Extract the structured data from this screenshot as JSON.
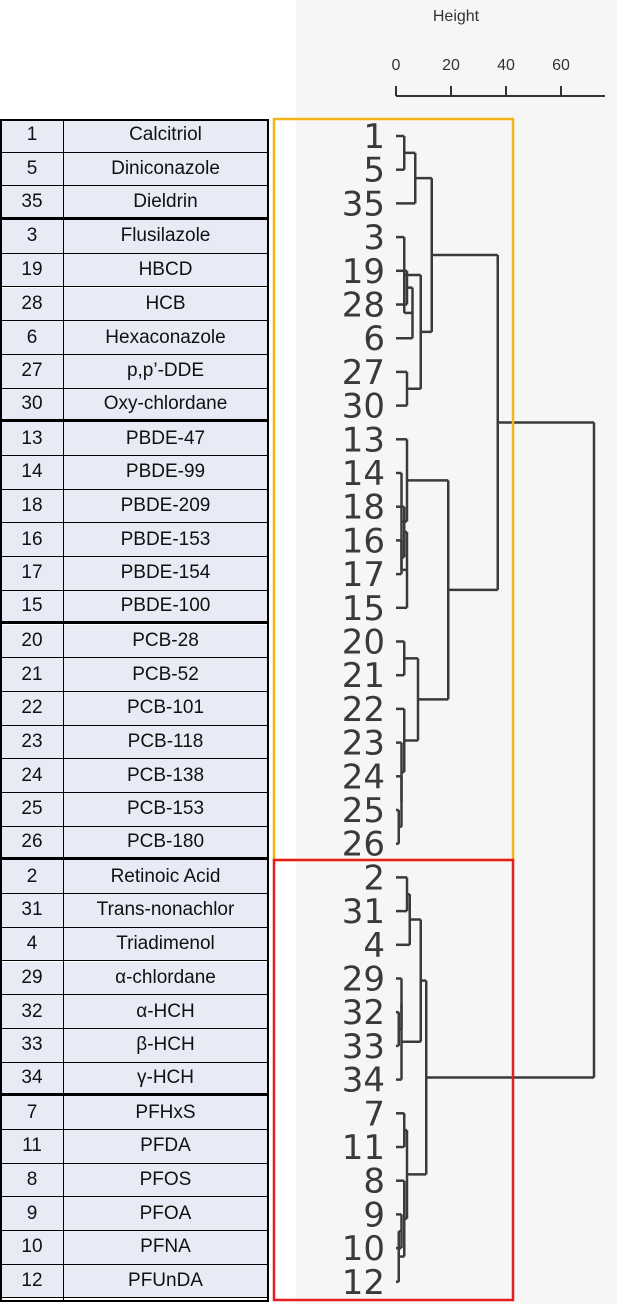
{
  "table": {
    "groups": [
      [
        [
          "1",
          "Calcitriol"
        ],
        [
          "5",
          "Diniconazole"
        ],
        [
          "35",
          "Dieldrin"
        ]
      ],
      [
        [
          "3",
          "Flusilazole"
        ],
        [
          "19",
          "HBCD"
        ],
        [
          "28",
          "HCB"
        ],
        [
          "6",
          "Hexaconazole"
        ],
        [
          "27",
          "p,p’-DDE"
        ],
        [
          "30",
          "Oxy-chlordane"
        ]
      ],
      [
        [
          "13",
          "PBDE-47"
        ],
        [
          "14",
          "PBDE-99"
        ],
        [
          "18",
          "PBDE-209"
        ],
        [
          "16",
          "PBDE-153"
        ],
        [
          "17",
          "PBDE-154"
        ],
        [
          "15",
          "PBDE-100"
        ]
      ],
      [
        [
          "20",
          "PCB-28"
        ],
        [
          "21",
          "PCB-52"
        ],
        [
          "22",
          "PCB-101"
        ],
        [
          "23",
          "PCB-118"
        ],
        [
          "24",
          "PCB-138"
        ],
        [
          "25",
          "PCB-153"
        ],
        [
          "26",
          "PCB-180"
        ]
      ],
      [
        [
          "2",
          "Retinoic Acid"
        ],
        [
          "31",
          "Trans-nonachlor"
        ],
        [
          "4",
          "Triadimenol"
        ],
        [
          "29",
          "α-chlordane"
        ],
        [
          "32",
          "α-HCH"
        ],
        [
          "33",
          "β-HCH"
        ],
        [
          "34",
          "γ-HCH"
        ]
      ],
      [
        [
          "7",
          "PFHxS"
        ],
        [
          "11",
          "PFDA"
        ],
        [
          "8",
          "PFOS"
        ],
        [
          "9",
          "PFOA"
        ],
        [
          "10",
          "PFNA"
        ],
        [
          "12",
          "PFUnDA"
        ]
      ]
    ]
  },
  "axis": {
    "title": "Height",
    "ticks": [
      "0",
      "20",
      "40",
      "60"
    ],
    "tick_values": [
      0,
      20,
      40,
      60
    ]
  },
  "dendrogram": {
    "leaf_order": [
      "1",
      "5",
      "35",
      "3",
      "19",
      "28",
      "6",
      "27",
      "30",
      "13",
      "14",
      "18",
      "16",
      "17",
      "15",
      "20",
      "21",
      "22",
      "23",
      "24",
      "25",
      "26",
      "2",
      "31",
      "4",
      "29",
      "32",
      "33",
      "34",
      "7",
      "11",
      "8",
      "9",
      "10",
      "12"
    ],
    "merges": [
      [
        [
          "1",
          "5"
        ],
        3
      ],
      [
        [
          0,
          "35"
        ],
        7
      ],
      [
        [
          "19",
          "28"
        ],
        4
      ],
      [
        [
          2,
          "6"
        ],
        6
      ],
      [
        [
          "3",
          3
        ],
        3
      ],
      [
        [
          "27",
          "30"
        ],
        4
      ],
      [
        [
          4,
          5
        ],
        9
      ],
      [
        [
          1,
          6
        ],
        13
      ],
      [
        [
          "16",
          "17"
        ],
        2
      ],
      [
        [
          "18",
          8
        ],
        3
      ],
      [
        [
          9,
          "15"
        ],
        4
      ],
      [
        [
          "14",
          10
        ],
        2
      ],
      [
        [
          "13",
          11
        ],
        4
      ],
      [
        [
          "20",
          "21"
        ],
        3
      ],
      [
        [
          "25",
          "26"
        ],
        1
      ],
      [
        [
          "24",
          14
        ],
        2
      ],
      [
        [
          "23",
          15
        ],
        2
      ],
      [
        [
          "22",
          16
        ],
        3
      ],
      [
        [
          13,
          17
        ],
        8
      ],
      [
        [
          12,
          18
        ],
        19
      ],
      [
        [
          7,
          19
        ],
        37
      ],
      [
        [
          "2",
          "31"
        ],
        4
      ],
      [
        [
          21,
          "4"
        ],
        5
      ],
      [
        [
          "32",
          "33"
        ],
        1
      ],
      [
        [
          "29",
          23
        ],
        2
      ],
      [
        [
          24,
          "34"
        ],
        2
      ],
      [
        [
          22,
          25
        ],
        9
      ],
      [
        [
          "9",
          "10"
        ],
        2
      ],
      [
        [
          27,
          "12"
        ],
        1
      ],
      [
        [
          "8",
          28
        ],
        3
      ],
      [
        [
          "7",
          "11"
        ],
        3
      ],
      [
        [
          30,
          29
        ],
        4
      ],
      [
        [
          26,
          31
        ],
        11
      ],
      [
        [
          20,
          32
        ],
        72
      ]
    ],
    "line_color": "#3a3a3a"
  },
  "boxes": {
    "upper_color": "#f2b619",
    "lower_color": "#e51d1d"
  }
}
